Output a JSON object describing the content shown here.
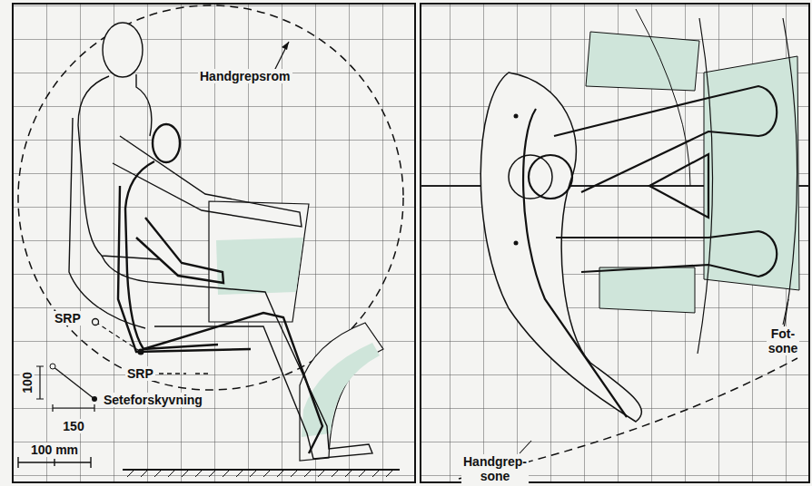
{
  "diagram": {
    "labels": [
      "Handgrepsrom",
      "SRP",
      "SRP",
      "100",
      "150",
      "100 mm",
      "Seteforskyvning",
      "Handgrep- sone",
      "Fot- sone"
    ]
  }
}
